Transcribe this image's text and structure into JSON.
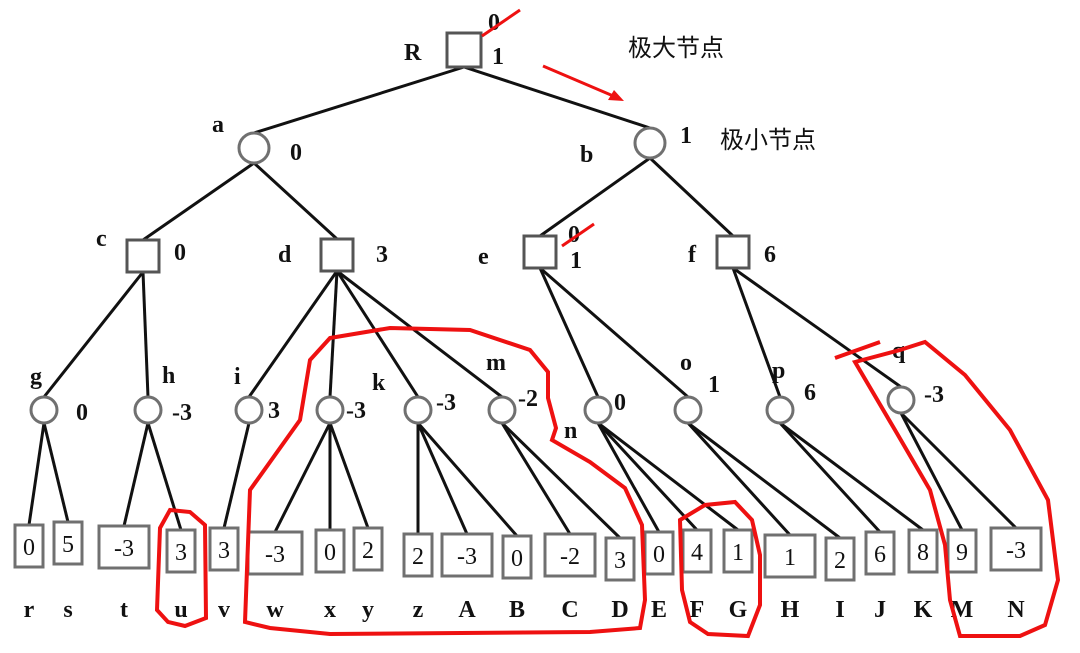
{
  "legend": {
    "max_node": "极大节点",
    "min_node": "极小节点"
  },
  "colors": {
    "edge": "#111111",
    "node_stroke": "#707070",
    "annotation": "#ee1111"
  },
  "root": {
    "label": "R",
    "old_value": "0",
    "value": "1"
  },
  "level1": [
    {
      "id": "a",
      "label": "a",
      "value": "0",
      "parent": "R"
    },
    {
      "id": "b",
      "label": "b",
      "value": "1",
      "parent": "R"
    }
  ],
  "level2": [
    {
      "id": "c",
      "label": "c",
      "value": "0",
      "parent": "a"
    },
    {
      "id": "d",
      "label": "d",
      "value": "3",
      "parent": "a"
    },
    {
      "id": "e",
      "label": "e",
      "value": "1",
      "old_value": "0",
      "parent": "b"
    },
    {
      "id": "f",
      "label": "f",
      "value": "6",
      "parent": "b"
    }
  ],
  "level3": [
    {
      "id": "g",
      "label": "g",
      "value": "0",
      "parent": "c"
    },
    {
      "id": "h",
      "label": "h",
      "value": "-3",
      "parent": "c"
    },
    {
      "id": "i",
      "label": "i",
      "value": "3",
      "parent": "d"
    },
    {
      "id": "j",
      "label": "",
      "value": "-3",
      "parent": "d"
    },
    {
      "id": "k",
      "label": "k",
      "value": "-3",
      "parent": "d"
    },
    {
      "id": "m",
      "label": "m",
      "value": "-2",
      "parent": "d"
    },
    {
      "id": "n",
      "label": "n",
      "value": "0",
      "parent": "e"
    },
    {
      "id": "o",
      "label": "o",
      "value": "1",
      "parent": "e"
    },
    {
      "id": "p",
      "label": "p",
      "value": "6",
      "parent": "f"
    },
    {
      "id": "q",
      "label": "q",
      "value": "-3",
      "parent": "f"
    }
  ],
  "leaves": [
    {
      "label": "r",
      "value": "0",
      "parent": "g"
    },
    {
      "label": "s",
      "value": "5",
      "parent": "g"
    },
    {
      "label": "t",
      "value": "-3",
      "parent": "h"
    },
    {
      "label": "u",
      "value": "3",
      "parent": "h"
    },
    {
      "label": "v",
      "value": "3",
      "parent": "i"
    },
    {
      "label": "w",
      "value": "-3",
      "parent": "j"
    },
    {
      "label": "x",
      "value": "0",
      "parent": "j"
    },
    {
      "label": "y",
      "value": "2",
      "parent": "j"
    },
    {
      "label": "z",
      "value": "2",
      "parent": "k"
    },
    {
      "label": "A",
      "value": "-3",
      "parent": "k"
    },
    {
      "label": "B",
      "value": "0",
      "parent": "k"
    },
    {
      "label": "C",
      "value": "-2",
      "parent": "m"
    },
    {
      "label": "D",
      "value": "3",
      "parent": "m"
    },
    {
      "label": "E",
      "value": "0",
      "parent": "n"
    },
    {
      "label": "F",
      "value": "4",
      "parent": "n"
    },
    {
      "label": "G",
      "value": "1",
      "parent": "n"
    },
    {
      "label": "H",
      "value": "1",
      "parent": "o"
    },
    {
      "label": "I",
      "value": "2",
      "parent": "o"
    },
    {
      "label": "J",
      "value": "6",
      "parent": "p"
    },
    {
      "label": "K",
      "value": "8",
      "parent": "p"
    },
    {
      "label": "M",
      "value": "9",
      "parent": "q"
    },
    {
      "label": "N",
      "value": "-3",
      "parent": "q"
    }
  ]
}
